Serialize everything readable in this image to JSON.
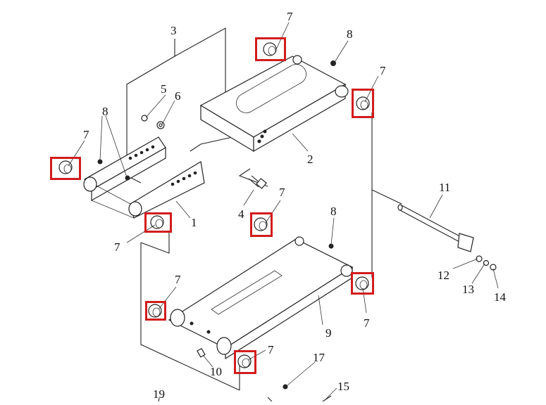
{
  "diagram": {
    "part_labels": [
      {
        "id": "p3",
        "text": "3"
      },
      {
        "id": "p7a",
        "text": "7"
      },
      {
        "id": "p8a",
        "text": "8"
      },
      {
        "id": "p7b",
        "text": "7"
      },
      {
        "id": "p5",
        "text": "5"
      },
      {
        "id": "p6",
        "text": "6"
      },
      {
        "id": "p8b",
        "text": "8"
      },
      {
        "id": "p7c",
        "text": "7"
      },
      {
        "id": "p2",
        "text": "2"
      },
      {
        "id": "p11",
        "text": "11"
      },
      {
        "id": "p1",
        "text": "1"
      },
      {
        "id": "p7d",
        "text": "7"
      },
      {
        "id": "p4",
        "text": "4"
      },
      {
        "id": "p7e",
        "text": "7"
      },
      {
        "id": "p8c",
        "text": "8"
      },
      {
        "id": "p12",
        "text": "12"
      },
      {
        "id": "p13",
        "text": "13"
      },
      {
        "id": "p14",
        "text": "14"
      },
      {
        "id": "p7f",
        "text": "7"
      },
      {
        "id": "p9",
        "text": "9"
      },
      {
        "id": "p7g",
        "text": "7"
      },
      {
        "id": "p7h",
        "text": "7"
      },
      {
        "id": "p10",
        "text": "10"
      },
      {
        "id": "p17",
        "text": "17"
      },
      {
        "id": "p15",
        "text": "15"
      },
      {
        "id": "p19",
        "text": "19"
      }
    ],
    "highlight_color": "#d21c1c",
    "highlighted_part": "7"
  }
}
